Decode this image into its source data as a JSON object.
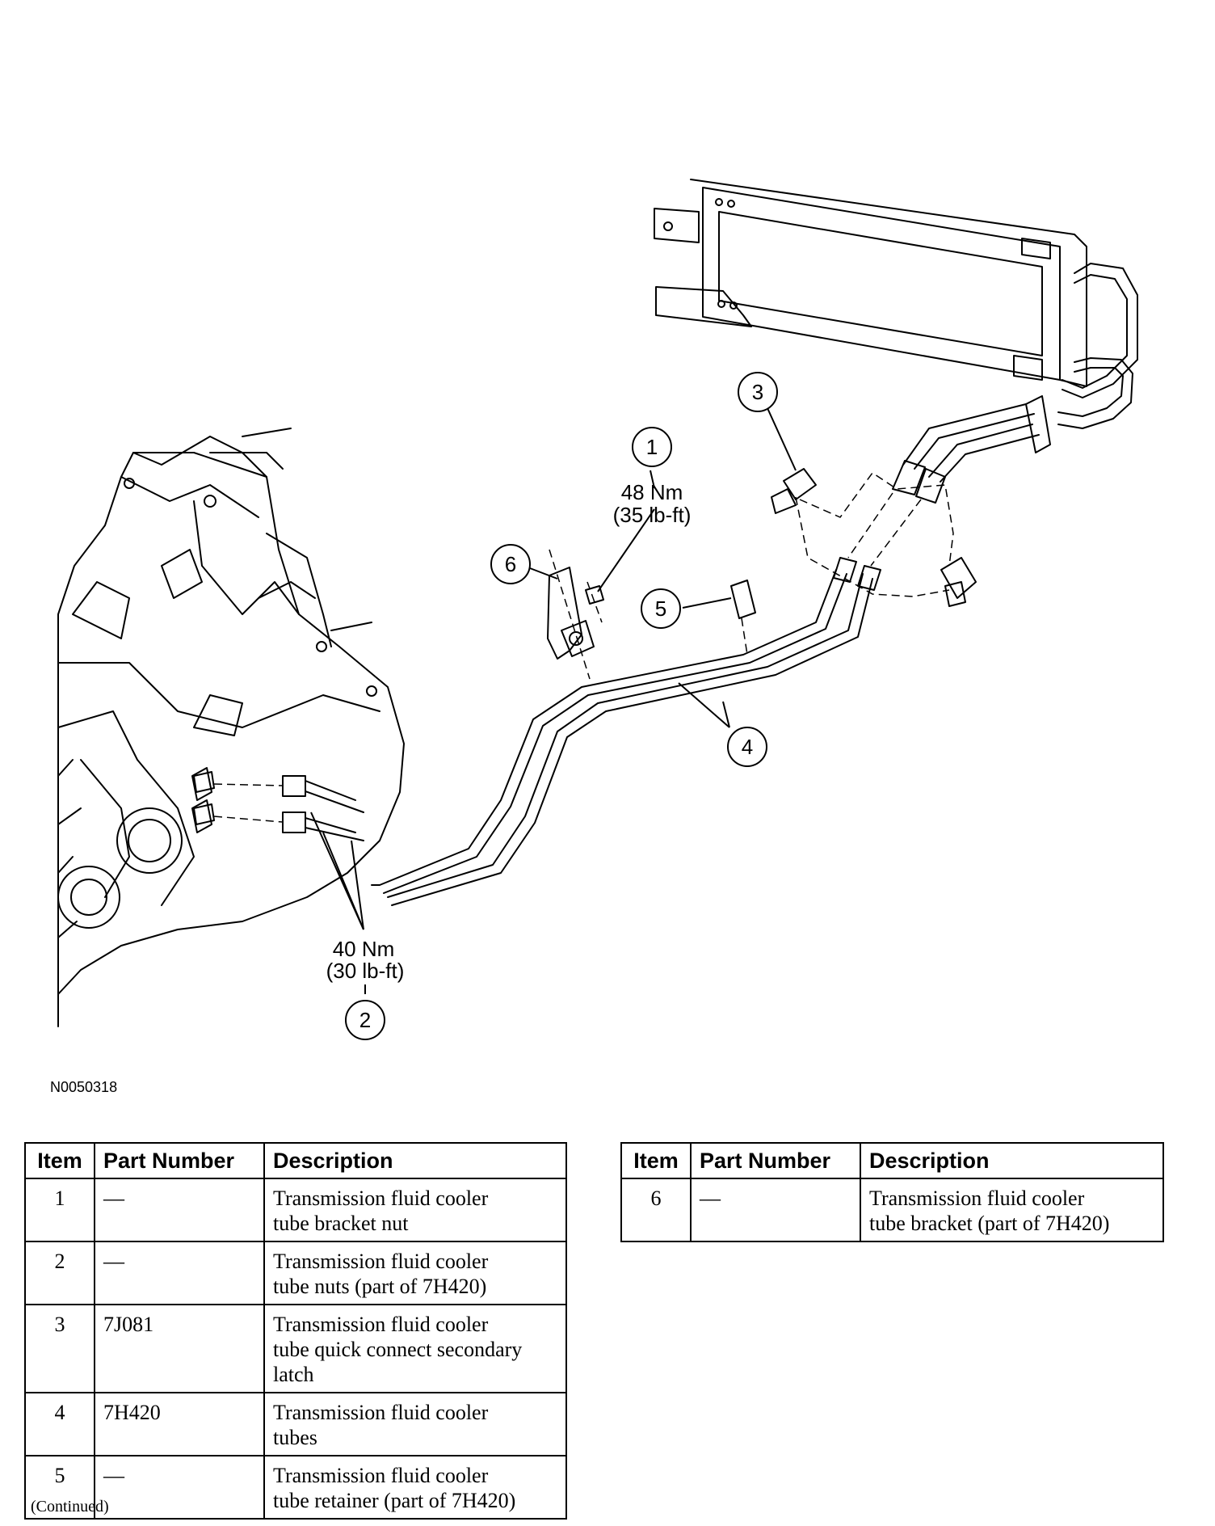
{
  "figure": {
    "id": "N0050318",
    "callouts": [
      "1",
      "2",
      "3",
      "4",
      "5",
      "6"
    ],
    "torque_1": {
      "nm": "48 Nm",
      "lbft": "(35 lb-ft)"
    },
    "torque_2": {
      "nm": "40 Nm",
      "lbft": "(30 lb-ft)"
    }
  },
  "table_left": {
    "headers": [
      "Item",
      "Part Number",
      "Description"
    ],
    "rows": [
      {
        "item": "1",
        "part": "—",
        "desc": [
          "Transmission fluid cooler",
          "tube bracket nut"
        ]
      },
      {
        "item": "2",
        "part": "—",
        "desc": [
          "Transmission fluid cooler",
          "tube nuts (part of 7H420)"
        ]
      },
      {
        "item": "3",
        "part": "7J081",
        "desc": [
          "Transmission fluid cooler",
          "tube quick connect secondary",
          "latch"
        ]
      },
      {
        "item": "4",
        "part": "7H420",
        "desc": [
          "Transmission fluid cooler",
          "tubes"
        ]
      },
      {
        "item": "5",
        "part": "—",
        "desc": [
          "Transmission fluid cooler",
          "tube retainer (part of 7H420)"
        ]
      }
    ]
  },
  "table_right": {
    "headers": [
      "Item",
      "Part Number",
      "Description"
    ],
    "rows": [
      {
        "item": "6",
        "part": "—",
        "desc": [
          "Transmission fluid cooler",
          "tube bracket (part of 7H420)"
        ]
      }
    ]
  },
  "footer": {
    "continued": "(Continued)"
  }
}
